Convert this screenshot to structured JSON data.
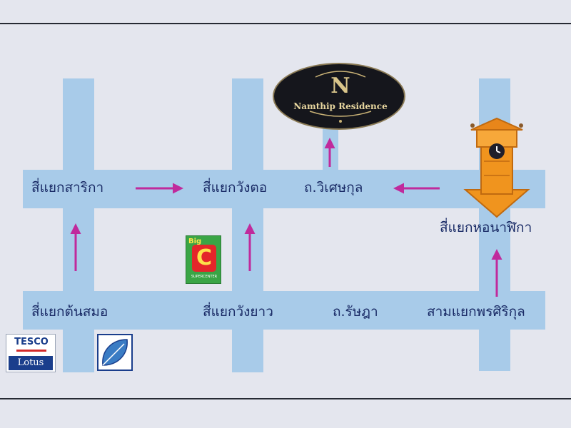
{
  "labels": {
    "sarika_junction": "สี่แยกสาริกา",
    "wangtoe_junction": "สี่แยกวังตอ",
    "wisetkul_road": "ถ.วิเศษกุล",
    "clock_tower_junction": "สี่แยกหอนาฬิกา",
    "tonsamo_junction": "สี่แยกต้นสมอ",
    "wangyao_junction": "สี่แยกวังยาว",
    "ratsada_road": "ถ.รัษฎา",
    "pornsirikul_junction": "สามแยกพรศิริกุล"
  },
  "logos": {
    "residence_initial": "N",
    "residence_name": "Namthip Residence",
    "bigc_text": "Big",
    "bigc_letter": "C",
    "bigc_sub": "SUPERCENTER",
    "tesco_text": "TESCO",
    "tesco_sub": "Lotus"
  },
  "colors": {
    "background": "#e4e6ee",
    "road": "#a8cbe9",
    "arrow": "#c02a9c",
    "label": "#1a2b66",
    "clock_tower": "#f0941e"
  }
}
